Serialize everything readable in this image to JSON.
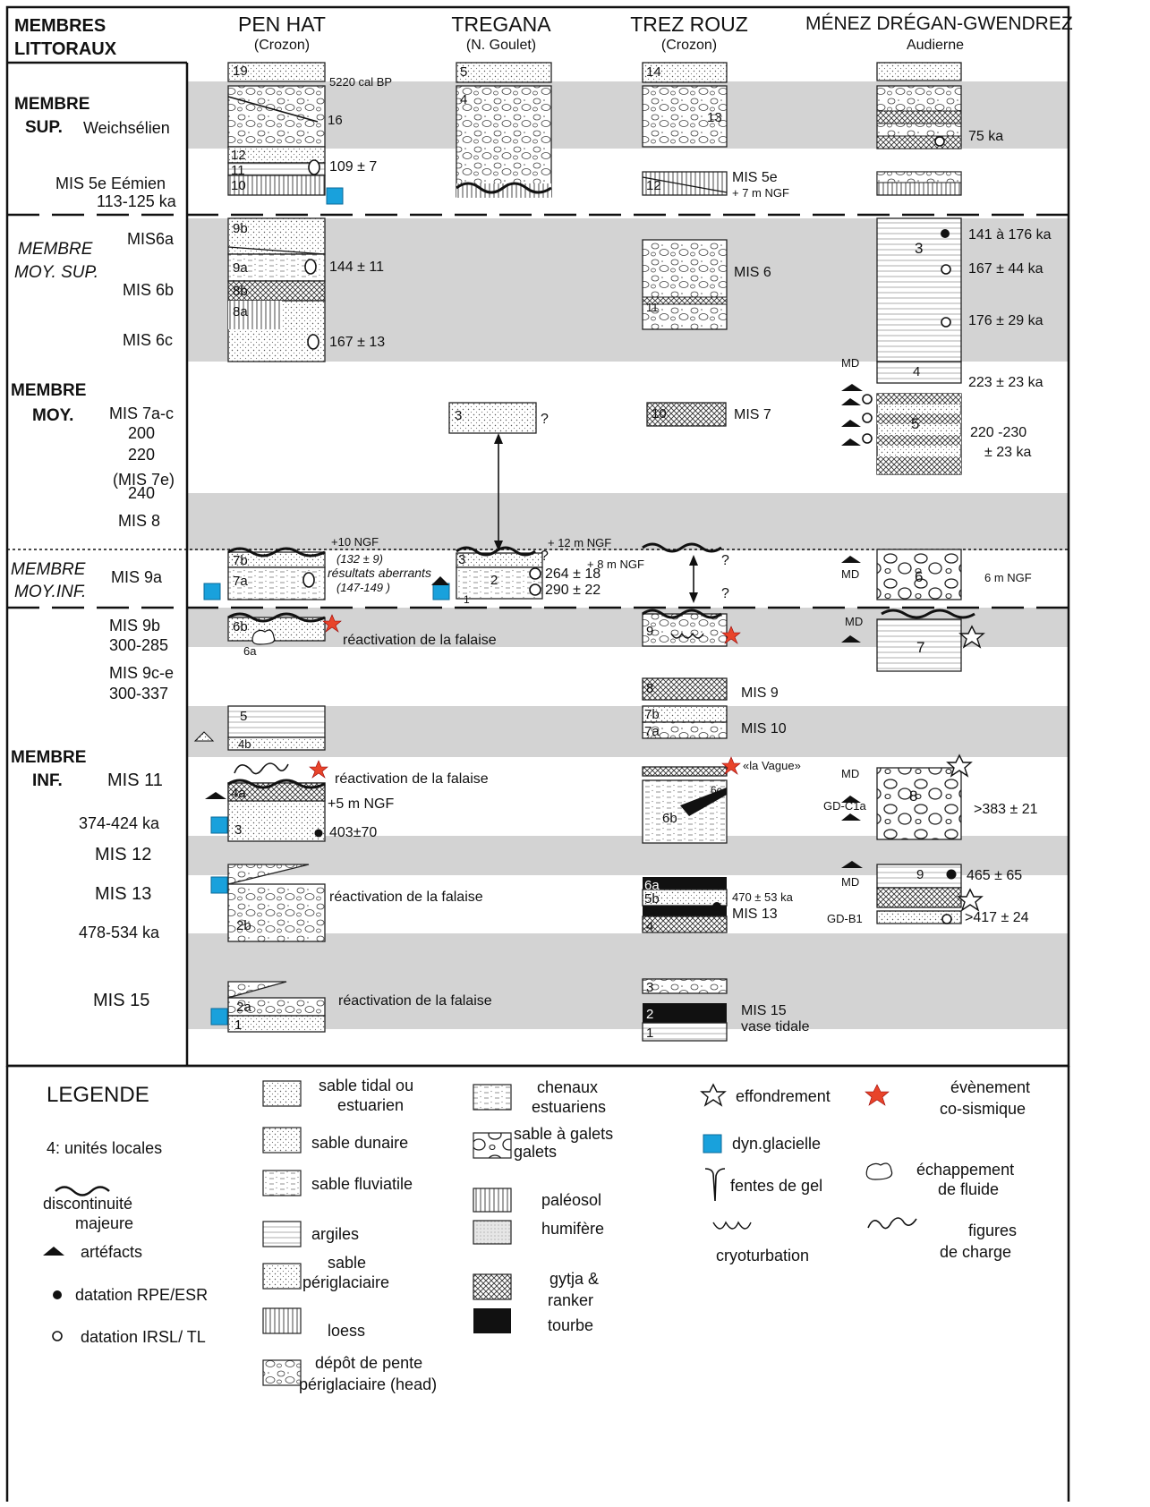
{
  "header": {
    "membres": "MEMBRES",
    "littoraux": "LITTORAUX",
    "columns": [
      {
        "name": "PEN HAT",
        "sub": "(Crozon)"
      },
      {
        "name": "TREGANA",
        "sub": "(N. Goulet)"
      },
      {
        "name": "TREZ ROUZ",
        "sub": "(Crozon)"
      },
      {
        "name": "MÉNEZ DRÉGAN-GWENDREZ",
        "sub": "Audierne"
      }
    ]
  },
  "stages": {
    "membre_sup": "MEMBRE",
    "membre_sup_2": "SUP.",
    "weichselien": "Weichsélien",
    "mis5e": "MIS 5e Eémien",
    "mis5e_age": "113-125 ka",
    "membre_moy_sup": "MEMBRE",
    "membre_moy_sup_2": "MOY. SUP.",
    "mis6a": "MIS6a",
    "mis6b": "MIS 6b",
    "mis6c": "MIS 6c",
    "membre_moy": "MEMBRE",
    "membre_moy_2": "MOY.",
    "mis7ac": "MIS 7a-c",
    "a200": "200",
    "a220": "220",
    "mis7e": "(MIS 7e)",
    "a240": "240",
    "mis8": "MIS  8",
    "membre_moy_inf": "MEMBRE",
    "membre_moy_inf_2": "MOY.INF.",
    "mis9a": "MIS 9a",
    "mis9b": "MIS 9b",
    "mis9b_age": "300-285",
    "mis9ce": "MIS 9c-e",
    "mis9ce_age": "300-337",
    "membre_inf": "MEMBRE",
    "membre_inf_2": "INF.",
    "mis11": "MIS 11",
    "mis11_age": "374-424 ka",
    "mis12": "MIS 12",
    "mis13": "MIS 13",
    "mis13_age": "478-534 ka",
    "mis15": "MIS 15"
  },
  "penhat": {
    "u19": "19",
    "u16": "16",
    "u12": "12",
    "u11": "11",
    "u10": "10",
    "u9b": "9b",
    "u9a": "9a",
    "u8b": "8b",
    "u8a": "8a",
    "u7b": "7b",
    "u7a": "7a",
    "u6b": "6b",
    "u6a": "6a",
    "u5": "5",
    "u4b": "4b",
    "u4a": "4a",
    "u3": "3",
    "u2b": "2b",
    "u2a": "2a",
    "u1": "1",
    "d5220": "5220 cal BP",
    "d109": "109 ± 7",
    "d144": "144 ± 11",
    "d167": "167 ± 13",
    "ngf10": "+10 NGF",
    "d132": "(132 ± 9)",
    "aberrant": "résultats aberrants",
    "d147": "(147-149 )",
    "react1": "réactivation de la falaise",
    "react2": "réactivation de la falaise",
    "react3": "réactivation de la falaise",
    "react4": "réactivation de la falaise",
    "ngf5": "+5 m NGF",
    "d403": "403±70"
  },
  "tregana": {
    "u5": "5",
    "u4": "4",
    "u3": "3",
    "u3b": "3",
    "u2": "2",
    "u1": "1",
    "q1": "?",
    "q2": "?",
    "ngf12": "+ 12 m NGF",
    "d264": "264 ± 18",
    "d290": "290 ± 22",
    "ngf8": "+ 8 m NGF"
  },
  "trezrouz": {
    "u14": "14",
    "u13": "13",
    "u12": "12",
    "u11": "11",
    "u10": "10",
    "u9": "9",
    "u8": "8",
    "u7b": "7b",
    "u7a": "7a",
    "u6c": "6c",
    "u6b": "6b",
    "u6a": "6a",
    "u5b": "5b",
    "u5a": "5a",
    "u4": "4",
    "u3": "3",
    "u2": "2",
    "u1": "1",
    "mis5e": "MIS  5e",
    "ngf7": "+ 7 m NGF",
    "mis6": "MIS 6",
    "mis7": "MIS 7",
    "q1": "?",
    "q2": "?",
    "mis9": "MIS 9",
    "mis10": "MIS 10",
    "vague": "«la Vague»",
    "d470": "470 ± 53 ka",
    "mis13": "MIS 13",
    "mis15": "MIS 15",
    "vase": "vase tidale"
  },
  "menez": {
    "u3": "3",
    "u4": "4",
    "u5": "5",
    "u6": "6",
    "u7": "7",
    "u8": "8",
    "u9": "9",
    "d75": "75 ka",
    "d141": "141 à 176 ka",
    "d167": "167 ± 44 ka",
    "d176": "176 ± 29 ka",
    "md1": "MD",
    "d223": "223 ± 23 ka",
    "d220": "220 -230",
    "d220b": "± 23  ka",
    "md2": "MD",
    "ngf6": "6 m NGF",
    "md3": "MD",
    "md4": "MD",
    "gdc1a": "GD-C1a",
    "d383": ">383 ± 21",
    "md5": "MD",
    "d465": "465 ± 65",
    "gdb1": "GD-B1",
    "d417": ">417 ± 24"
  },
  "legend": {
    "title": "LEGENDE",
    "unites": "4: unités locales",
    "discont1": "discontinuité",
    "discont2": "majeure",
    "artefacts": "artéfacts",
    "rpe": "datation RPE/ESR",
    "irsl": "datation IRSL/ TL",
    "tidal1": "sable tidal ou",
    "tidal2": "estuarien",
    "dunaire": "sable dunaire",
    "fluvia": "sable fluviatile",
    "argiles": "argiles",
    "perig1": "sable",
    "perig2": "périglaciaire",
    "loess": "loess",
    "head1": "dépôt de pente",
    "head2": "périglaciaire (head)",
    "chenaux1": "chenaux",
    "chenaux2": "estuariens",
    "galets1": "sable à galets",
    "galets2": "galets",
    "paleosol": "paléosol",
    "humifere": "humifère",
    "gytja1": "gytja &",
    "gytja2": "ranker",
    "tourbe": "tourbe",
    "effond": "effondrement",
    "glacielle": "dyn.glacielle",
    "fentes": "fentes de gel",
    "cryo": "cryoturbation",
    "cosis1": "évènement",
    "cosis2": "co-sismique",
    "fluide1": "échappement",
    "fluide2": "de fluide",
    "charge1": "figures",
    "charge2": "de charge"
  }
}
